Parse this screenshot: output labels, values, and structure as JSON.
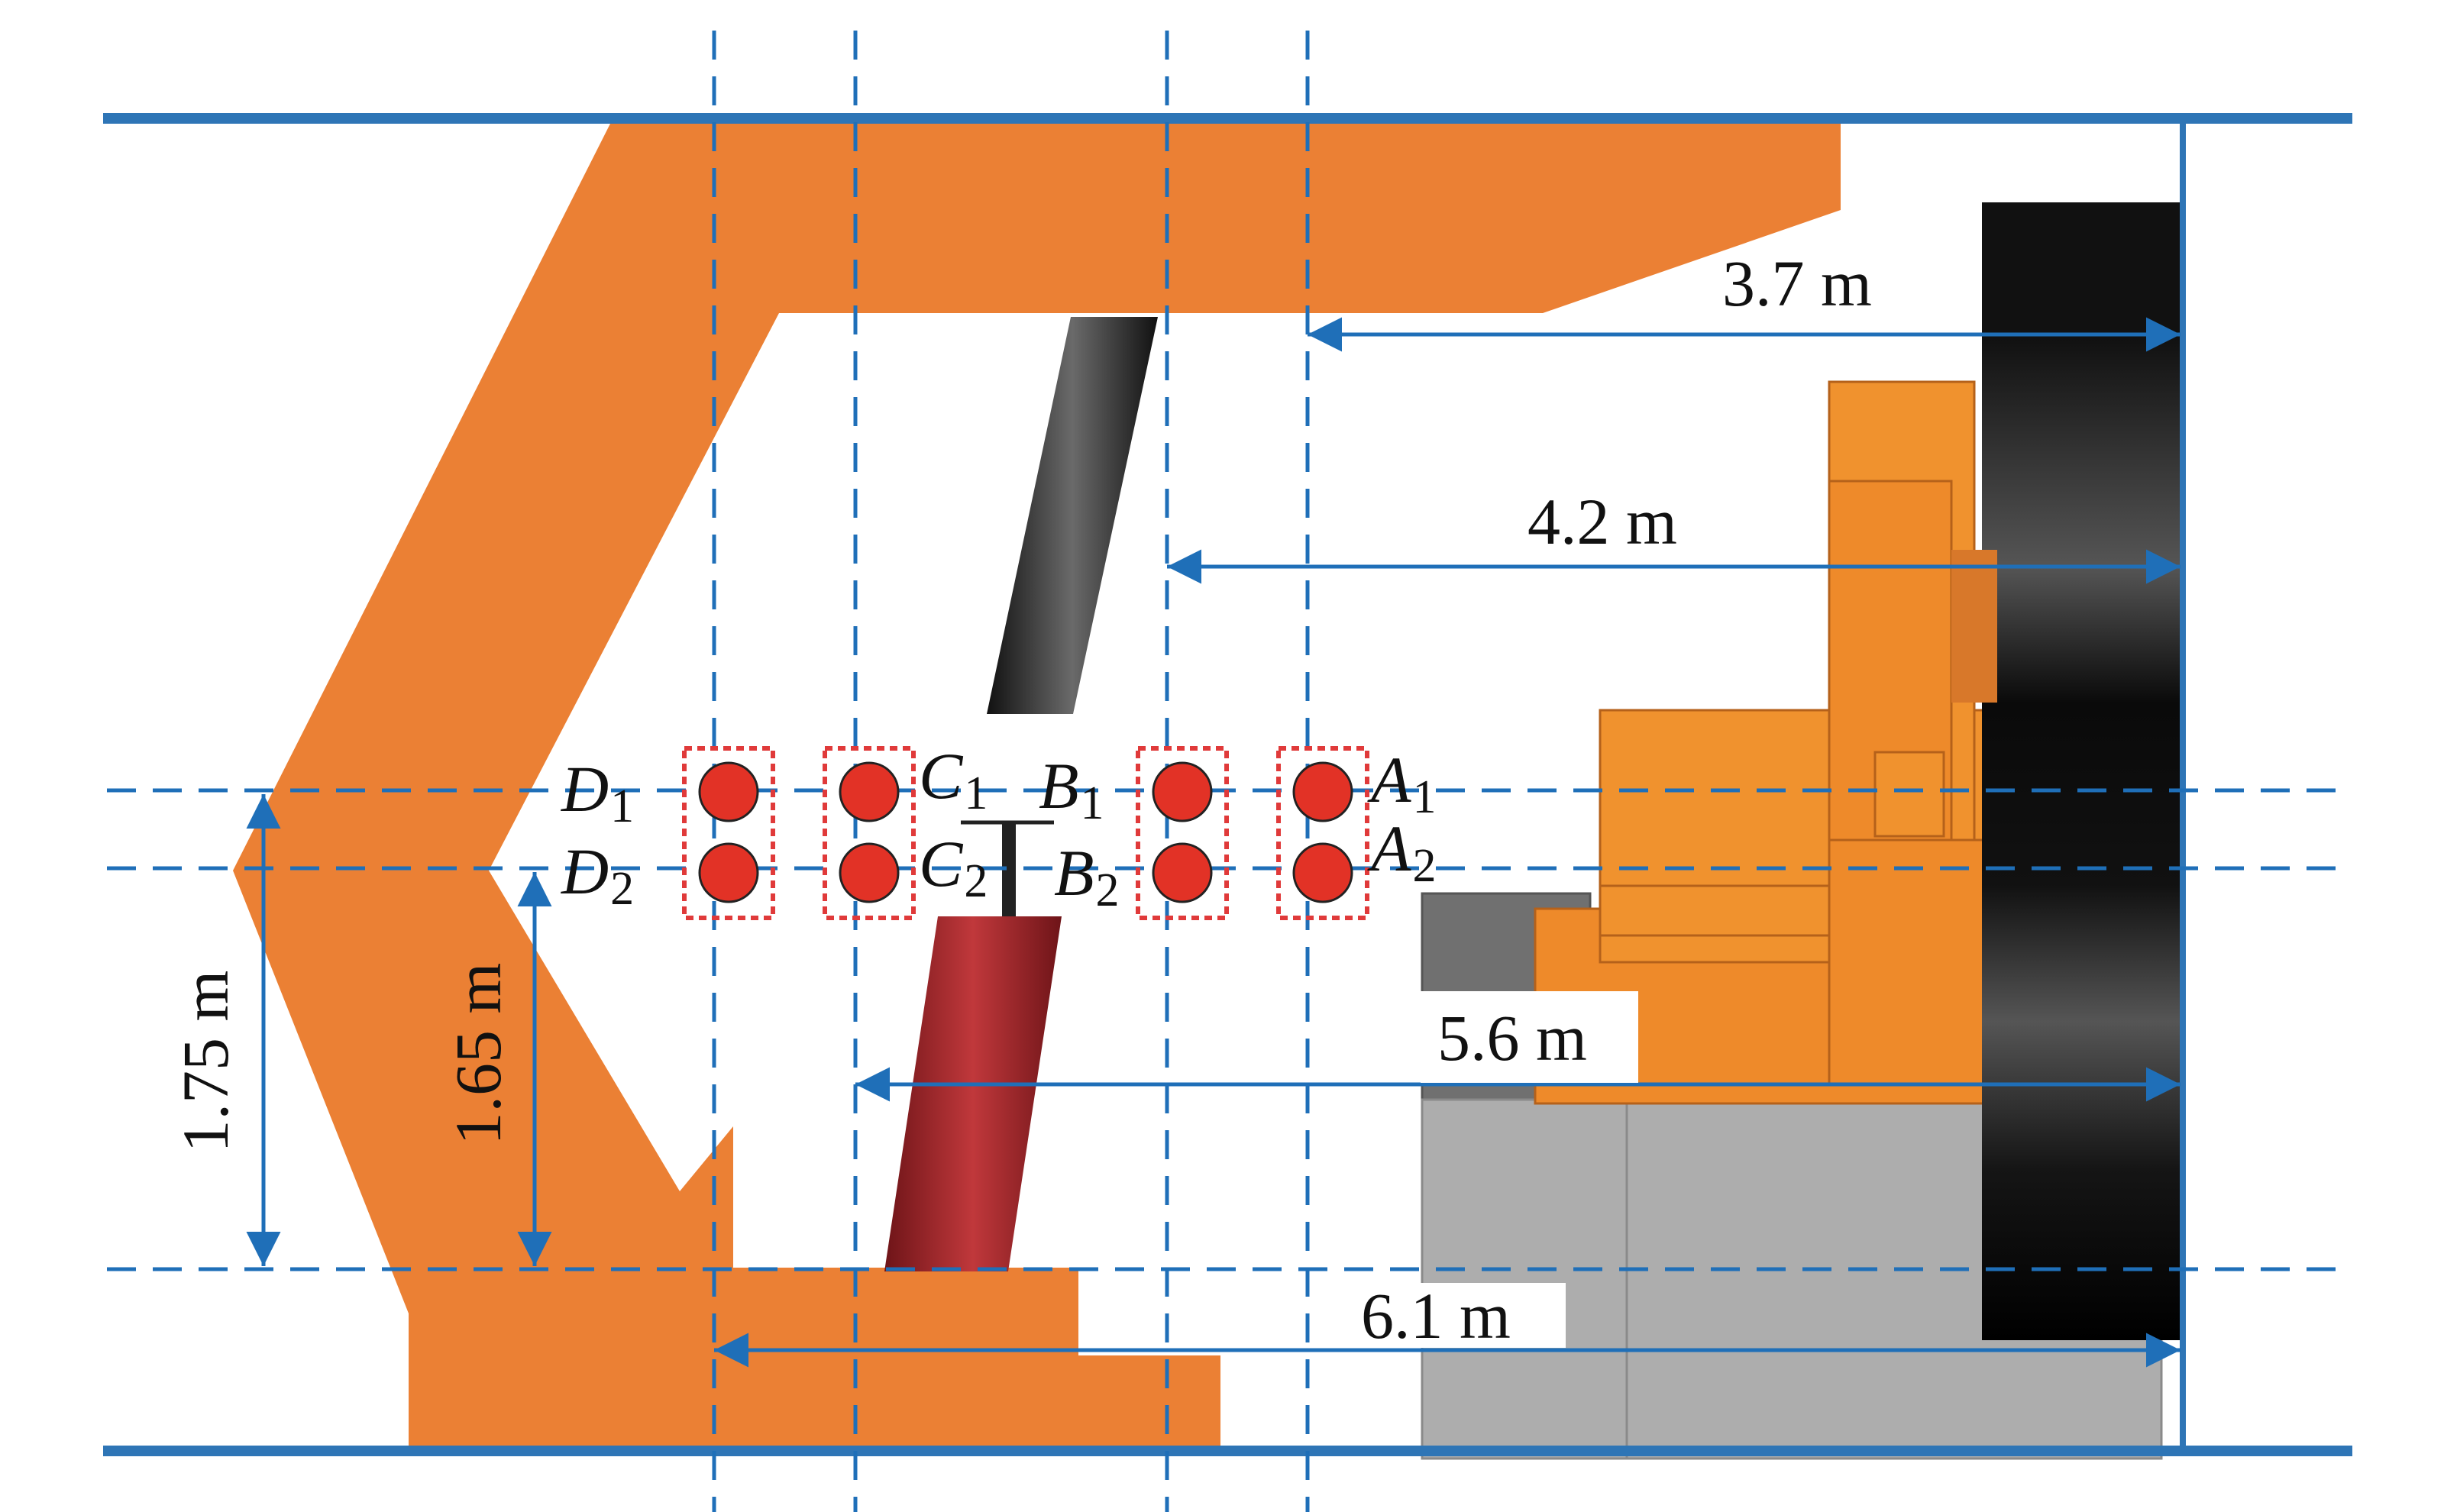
{
  "colors": {
    "support": "#EB8034",
    "roof_line": "#2E75B6",
    "guide": "#1F6FB8",
    "column_upper": "#2A2A2A",
    "column_lower": "#A3262B",
    "sensor": "#E23226",
    "sensor_border": "#E03A3A",
    "machine_gray": "#ADADAD",
    "drum_black": "#101010"
  },
  "dimensions": {
    "d1": "3.7 m",
    "d2": "4.2 m",
    "d3": "5.6 m",
    "d4": "6.1 m",
    "h1": "1.75 m",
    "h2": "1.65 m"
  },
  "points": {
    "A1": {
      "letter": "A",
      "index": "1"
    },
    "A2": {
      "letter": "A",
      "index": "2"
    },
    "B1": {
      "letter": "B",
      "index": "1"
    },
    "B2": {
      "letter": "B",
      "index": "2"
    },
    "C1": {
      "letter": "C",
      "index": "1"
    },
    "C2": {
      "letter": "C",
      "index": "2"
    },
    "D1": {
      "letter": "D",
      "index": "1"
    },
    "D2": {
      "letter": "D",
      "index": "2"
    }
  }
}
